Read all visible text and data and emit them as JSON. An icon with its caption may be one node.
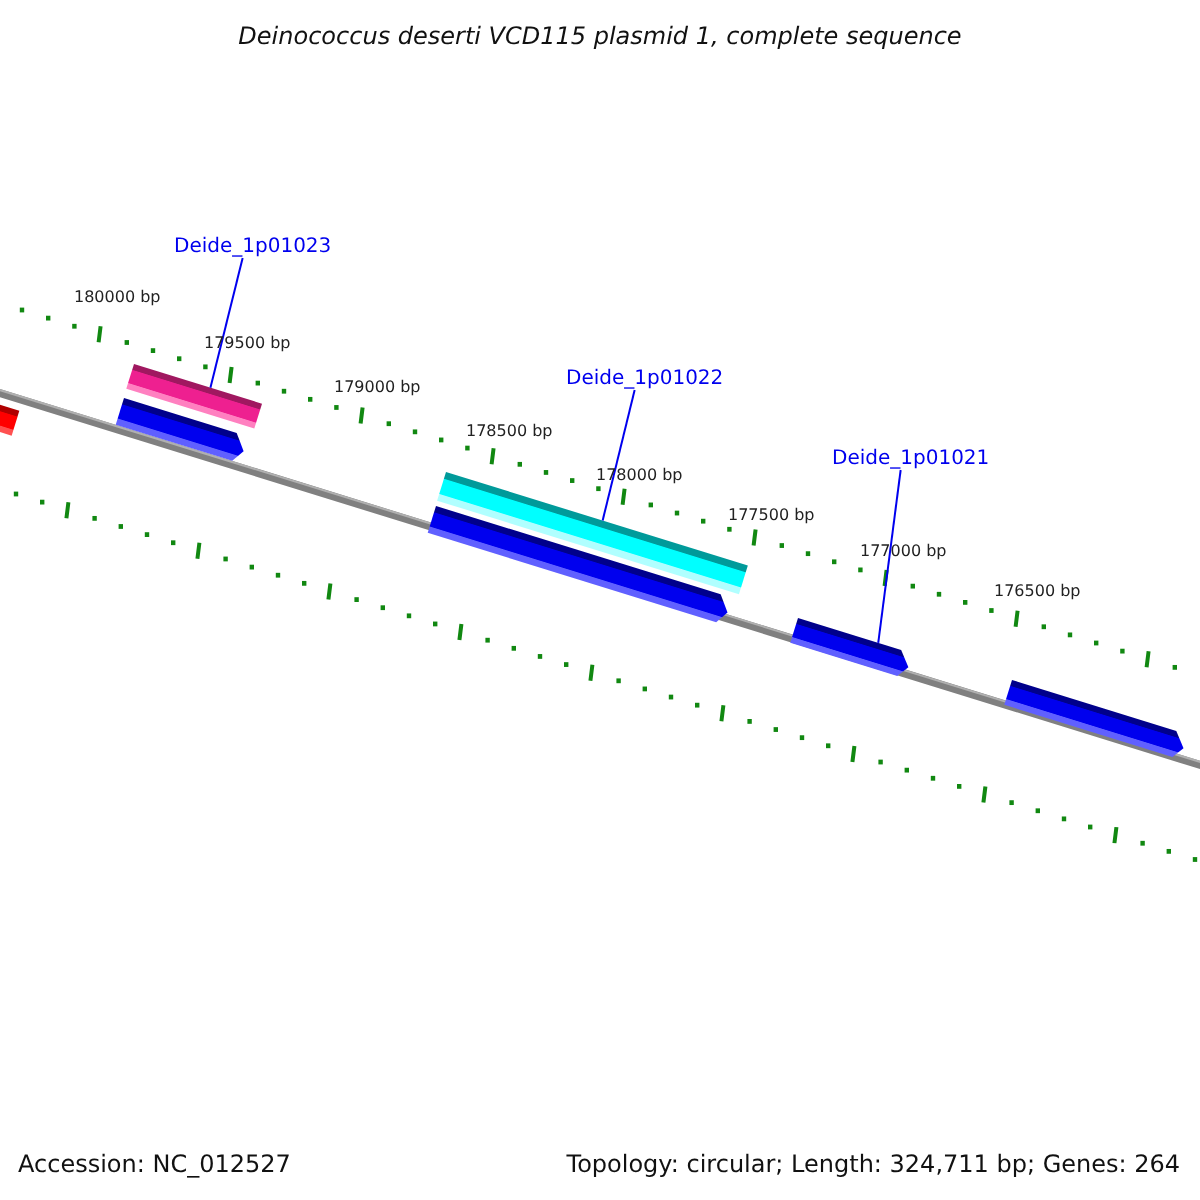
{
  "diagram": {
    "title": "Deinococcus deserti VCD115 plasmid 1, complete sequence",
    "nodes": [
      {
        "text": [
          "Deide_1p01023"
        ]
      },
      {
        "text": [
          "Deide_1p01022"
        ]
      },
      {
        "text": [
          "Deide_1p01021"
        ]
      },
      {
        "text": [],
        "shape": "bar"
      },
      {
        "text": [],
        "shape": "bar"
      },
      {
        "text": [],
        "shape": "bar"
      },
      {
        "text": [],
        "shape": "bar"
      },
      {
        "text": [],
        "shape": "bar"
      },
      {
        "text": [],
        "shape": "bar"
      },
      {
        "text": [],
        "shape": "bar"
      }
    ],
    "edges": [
      {
        "from": 0,
        "to": 4,
        "arrow": "none"
      },
      {
        "from": 1,
        "to": 6,
        "arrow": "none"
      },
      {
        "from": 2,
        "to": 8,
        "arrow": "none"
      }
    ],
    "labels": [
      "180000 bp",
      "179500 bp",
      "179000 bp",
      "178500 bp",
      "178000 bp",
      "177500 bp",
      "177000 bp",
      "176500 bp",
      "Accession: NC_012527",
      "Topology: circular; Length: 324,711 bp; Genes: 264"
    ]
  }
}
